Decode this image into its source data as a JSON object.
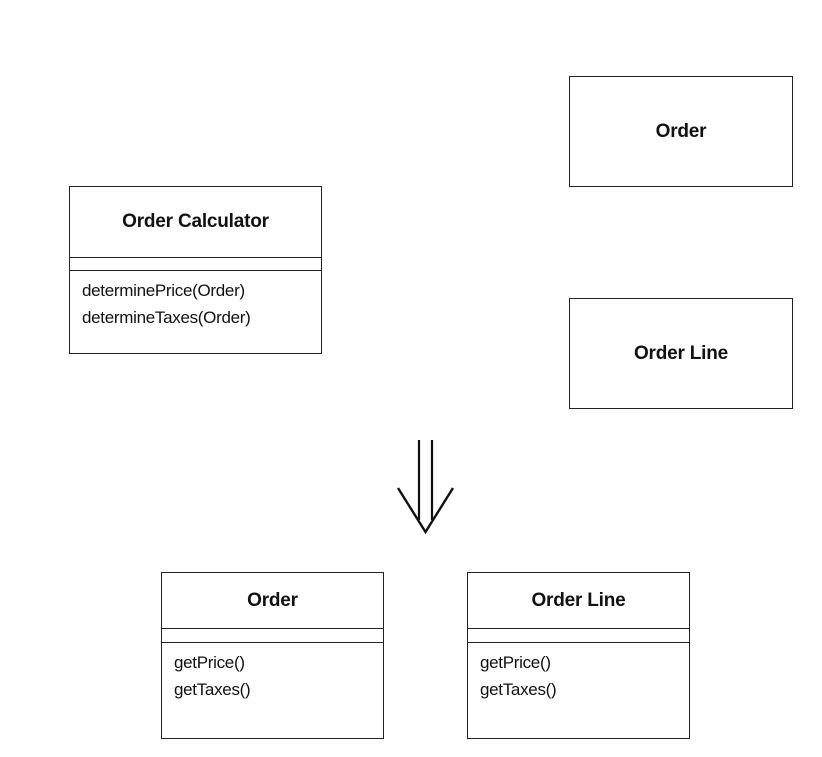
{
  "before": {
    "order_calculator": {
      "name": "Order Calculator",
      "operations": [
        "determinePrice(Order)",
        "determineTaxes(Order)"
      ]
    },
    "order": {
      "name": "Order"
    },
    "order_line": {
      "name": "Order Line"
    }
  },
  "after": {
    "order": {
      "name": "Order",
      "operations": [
        "getPrice()",
        "getTaxes()"
      ]
    },
    "order_line": {
      "name": "Order Line",
      "operations": [
        "getPrice()",
        "getTaxes()"
      ]
    }
  },
  "transform_arrow_icon": "double-down-arrow-icon"
}
